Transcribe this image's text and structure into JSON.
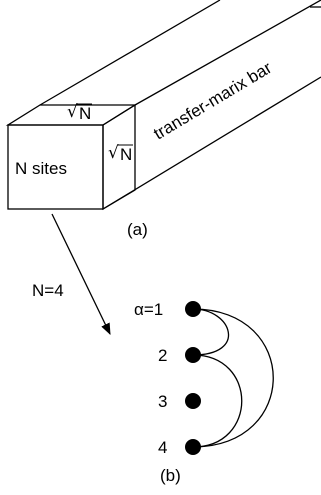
{
  "figure": {
    "block": {
      "front_face_label": "N sites",
      "bar_label": "transfer-marix bar",
      "dimension_symbol": "√",
      "dimension_var": "N"
    },
    "panel_a_label": "(a)",
    "panel_b_label": "(b)",
    "arrow_label": "N=4",
    "sites": [
      {
        "label": "α=1"
      },
      {
        "label": "2"
      },
      {
        "label": "3"
      },
      {
        "label": "4"
      }
    ],
    "colors": {
      "ink": "#000000",
      "background": "#ffffff"
    }
  }
}
